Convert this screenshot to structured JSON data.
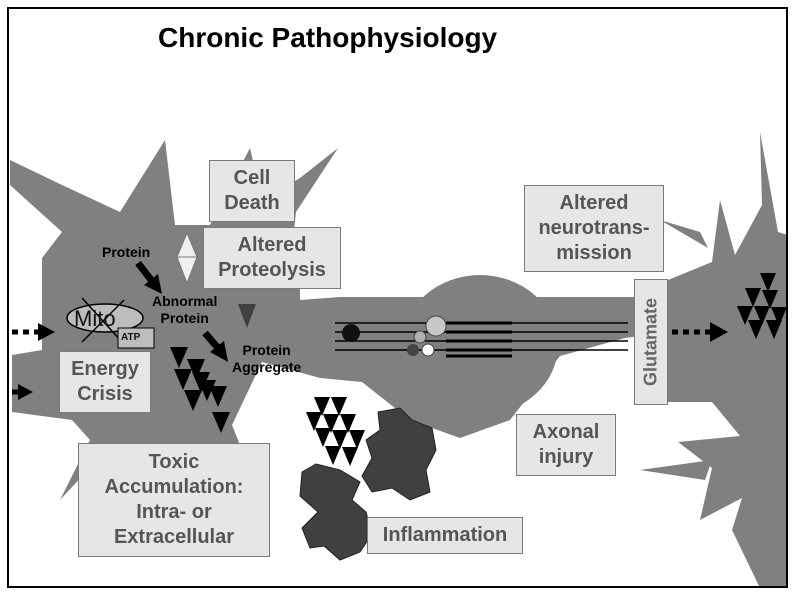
{
  "title": "Chronic Pathophysiology",
  "boxes": {
    "cell_death": "Cell\nDeath",
    "altered_proteolysis": "Altered\nProteolysis",
    "altered_neurotransmission": "Altered\nneurotrans-\nmission",
    "energy_crisis": "Energy\nCrisis",
    "toxic_accumulation": "Toxic\nAccumulation:\nIntra- or\nExtracellular",
    "axonal_injury": "Axonal\ninjury",
    "inflammation": "Inflammation",
    "glutamate": "Glutamate"
  },
  "labels": {
    "protein": "Protein",
    "abnormal_protein": "Abnormal\nProtein",
    "protein_aggregate": "Protein\nAggregate",
    "mito": "Mito",
    "atp": "ATP"
  },
  "colors": {
    "cell": "#808080",
    "box_fill": "#e6e6e6",
    "box_text": "#555555",
    "microglia": "#404040",
    "triangle": "#000000"
  }
}
